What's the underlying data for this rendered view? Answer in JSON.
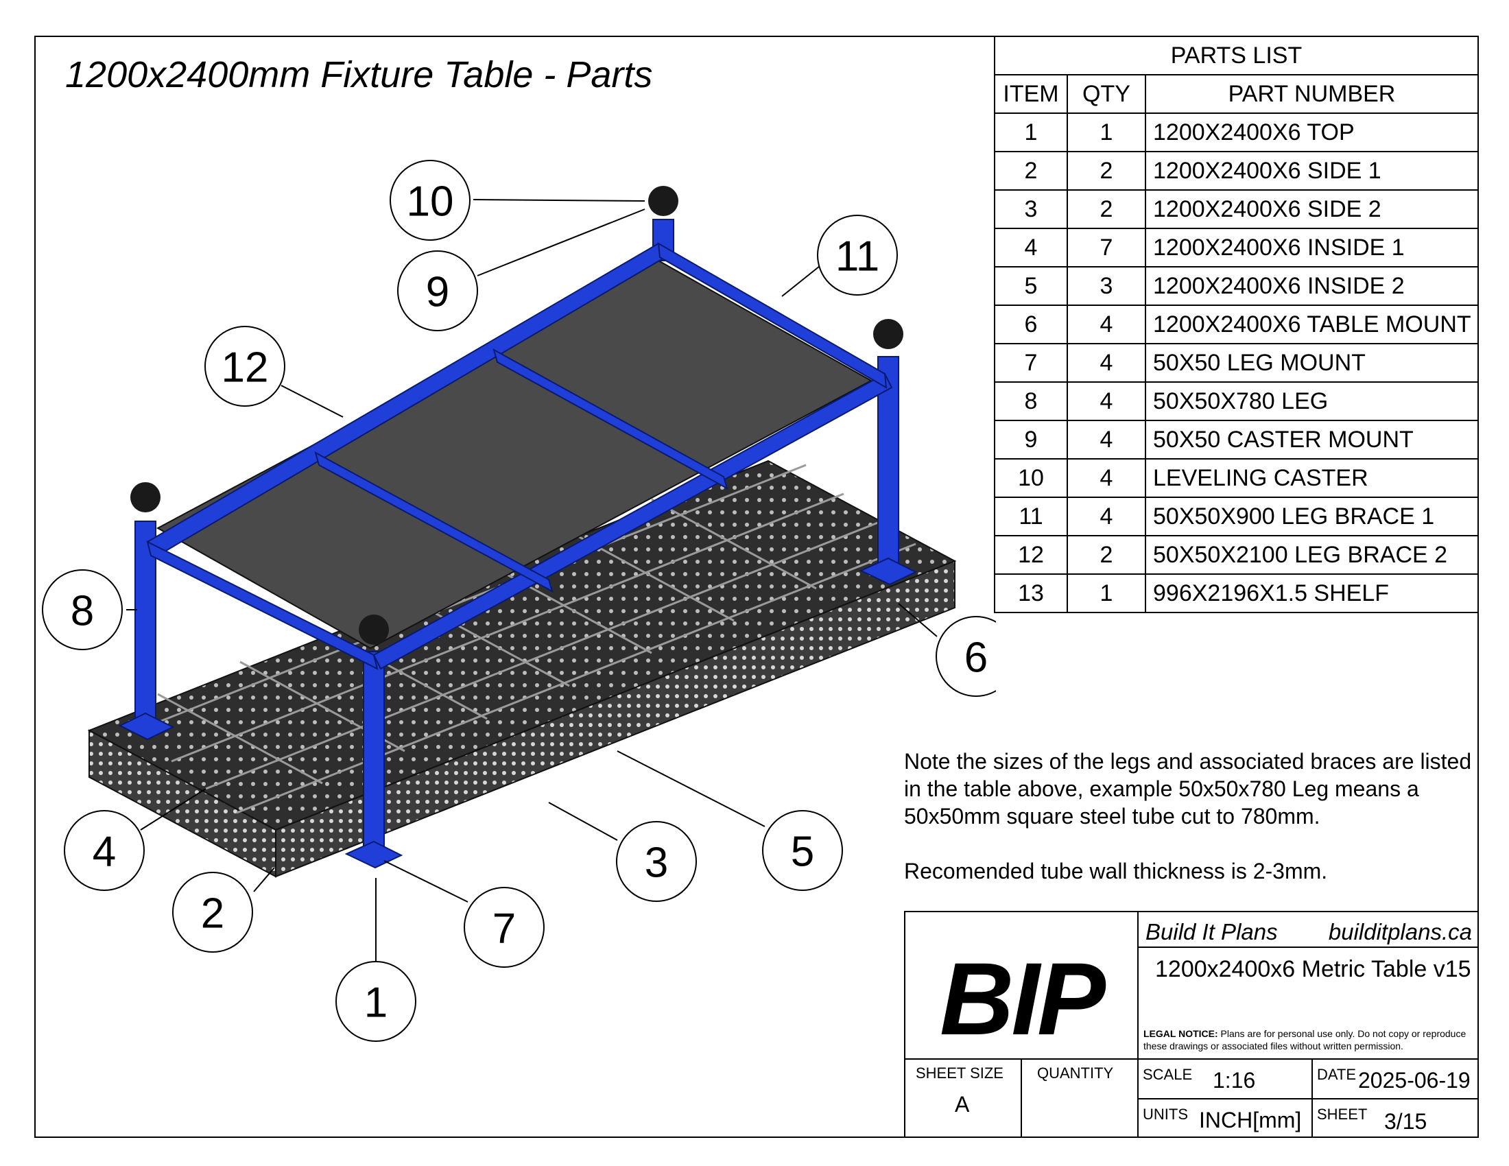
{
  "title": "1200x2400mm Fixture Table - Parts",
  "parts_list": {
    "title": "PARTS LIST",
    "headers": {
      "item": "ITEM",
      "qty": "QTY",
      "part": "PART NUMBER"
    },
    "rows": [
      {
        "item": "1",
        "qty": "1",
        "part": "1200X2400X6 TOP"
      },
      {
        "item": "2",
        "qty": "2",
        "part": "1200X2400X6 SIDE 1"
      },
      {
        "item": "3",
        "qty": "2",
        "part": "1200X2400X6 SIDE 2"
      },
      {
        "item": "4",
        "qty": "7",
        "part": "1200X2400X6 INSIDE 1"
      },
      {
        "item": "5",
        "qty": "3",
        "part": "1200X2400X6 INSIDE 2"
      },
      {
        "item": "6",
        "qty": "4",
        "part": "1200X2400X6 TABLE MOUNT"
      },
      {
        "item": "7",
        "qty": "4",
        "part": "50X50 LEG MOUNT"
      },
      {
        "item": "8",
        "qty": "4",
        "part": "50X50X780 LEG"
      },
      {
        "item": "9",
        "qty": "4",
        "part": "50X50 CASTER MOUNT"
      },
      {
        "item": "10",
        "qty": "4",
        "part": "LEVELING CASTER"
      },
      {
        "item": "11",
        "qty": "4",
        "part": "50X50X900 LEG BRACE 1"
      },
      {
        "item": "12",
        "qty": "2",
        "part": "50X50X2100 LEG BRACE 2"
      },
      {
        "item": "13",
        "qty": "1",
        "part": "996X2196X1.5 SHELF"
      }
    ]
  },
  "balloons": [
    "1",
    "2",
    "3",
    "4",
    "5",
    "6",
    "7",
    "8",
    "9",
    "10",
    "11",
    "12"
  ],
  "note": {
    "paragraph1": "Note the sizes of the legs and associated braces are listed in the table above, example 50x50x780 Leg means a 50x50mm square steel tube cut to 780mm.",
    "paragraph2": "Recomended tube wall thickness is 2-3mm."
  },
  "title_block": {
    "logo": "BIP",
    "company": "Build It Plans",
    "website": "builditplans.ca",
    "document_name": "1200x2400x6 Metric Table v15",
    "legal_label": "LEGAL NOTICE:",
    "legal_text": "Plans are for personal use only. Do not copy or reproduce these drawings or associated files without written permission.",
    "sheet_size_label": "SHEET SIZE",
    "sheet_size": "A",
    "quantity_label": "QUANTITY",
    "quantity": "",
    "scale_label": "SCALE",
    "scale": "1:16",
    "date_label": "DATE",
    "date": "2025-06-19",
    "units_label": "UNITS",
    "units": "INCH[mm]",
    "sheet_label": "SHEET",
    "sheet": "3/15"
  },
  "colors": {
    "frame_blue": "#1f3fd8",
    "shelf_gray": "#4a4a4a",
    "table_dark": "#3a3a3a"
  }
}
